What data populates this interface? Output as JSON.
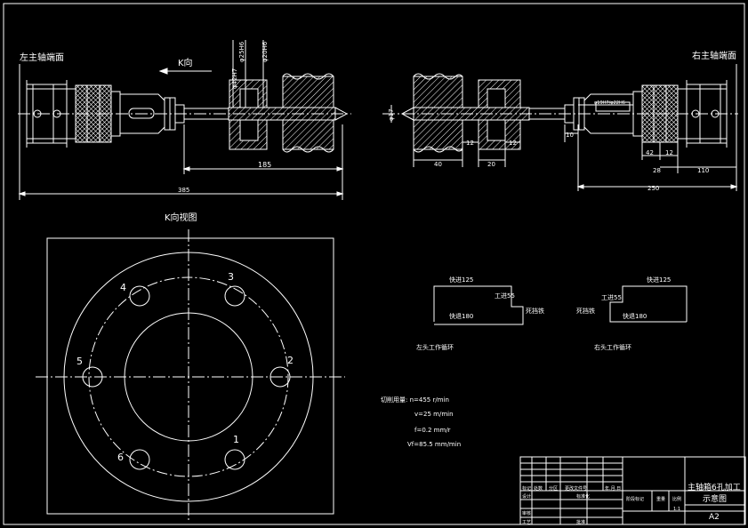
{
  "labels": {
    "left_spindle_face": "左主轴端面",
    "right_spindle_face": "右主轴端面",
    "k_direction": "K向",
    "k_view": "K向视图"
  },
  "dimensions": {
    "left_total": "385",
    "left_feed": "185",
    "dia_upper_a": "φ42H7",
    "dia_upper_b": "φ25H6",
    "dia_upper_c": "φ20H6",
    "dia_right": "φ17",
    "drill_callout": "φ19H7/φ22H6",
    "r_40": "40",
    "r_20": "20",
    "r_12a": "12",
    "r_12b": "12",
    "r_10": "10",
    "r_42": "42",
    "r_12c": "12",
    "r_28": "28",
    "r_110": "110",
    "r_250": "250"
  },
  "hole_numbers": [
    "1",
    "2",
    "3",
    "4",
    "5",
    "6"
  ],
  "cycles": {
    "left_rapid_in": "快进125",
    "left_work": "工进55",
    "left_rapid_back": "快退180",
    "left_stop": "死挡铁",
    "left_caption": "左头工作循环",
    "right_rapid_in": "快进125",
    "right_work": "工进55",
    "right_rapid_back": "快退180",
    "right_stop": "死挡铁",
    "right_caption": "右头工作循环"
  },
  "cutting": {
    "line1": "切削用量: n=455 r/min",
    "line2": "v=25 m/min",
    "line3": "f=0.2 mm/r",
    "line4": "Vf=85.5 mm/min"
  },
  "title_block": {
    "title_line1": "主轴箱6孔加工",
    "title_line2": "示意图",
    "size": "A2",
    "c_mark": "标记",
    "c_count": "处数",
    "c_zone": "分区",
    "c_docno": "更改文件号",
    "c_date": "年.月.日",
    "c_design": "设计",
    "c_std": "标准化",
    "c_stage": "阶段标记",
    "c_weight": "重量",
    "c_ratio": "比例",
    "c_ratio_val": "1:1",
    "c_check": "审核",
    "c_process": "工艺",
    "c_approve": "批准"
  }
}
